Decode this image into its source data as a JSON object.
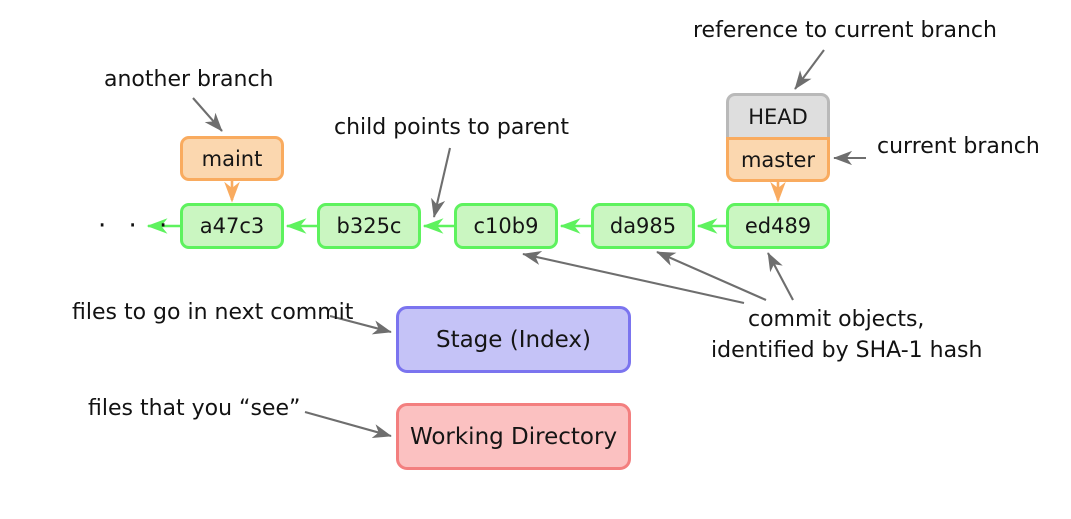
{
  "diagram": {
    "title": "Git data model diagram",
    "ellipsis": "· · ·",
    "colors": {
      "commit_fill": "#caf6c1",
      "commit_border": "#5ef25e",
      "branch_fill": "#fbd7af",
      "branch_border": "#f9ab5f",
      "head_fill": "#dedede",
      "head_border": "#b9b9b9",
      "stage_fill": "#c5c3f7",
      "stage_border": "#7b74ef",
      "workdir_fill": "#fbc1c1",
      "workdir_border": "#f37f7f",
      "annotation_arrow": "#6e6e6e",
      "text": "#121212"
    },
    "commits": [
      {
        "id": "a47c3"
      },
      {
        "id": "b325c"
      },
      {
        "id": "c10b9"
      },
      {
        "id": "da985"
      },
      {
        "id": "ed489"
      }
    ],
    "refs": {
      "maint": "maint",
      "head": "HEAD",
      "master": "master"
    },
    "areas": {
      "stage": "Stage (Index)",
      "working_directory": "Working Directory"
    },
    "annotations": {
      "another_branch": "another branch",
      "child_points_to_parent": "child points to parent",
      "reference_to_current_branch": "reference to current branch",
      "current_branch": "current branch",
      "commit_objects_line1": "commit objects,",
      "commit_objects_line2": "identified by SHA-1 hash",
      "files_next_commit": "files to go in next commit",
      "files_you_see": "files that you “see”"
    }
  }
}
